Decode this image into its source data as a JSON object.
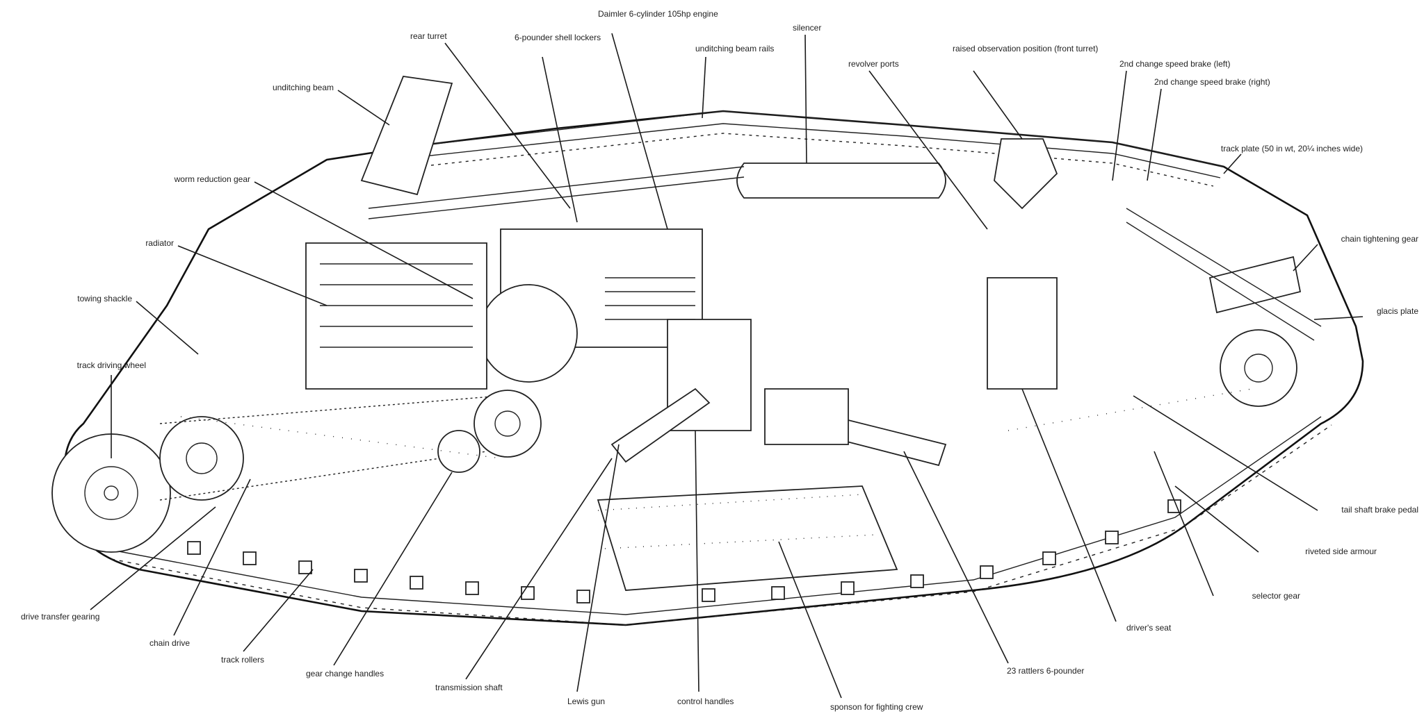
{
  "diagram": {
    "labels": [
      {
        "id": "daimler-engine",
        "text": "Daimler 6-cylinder 105hp engine"
      },
      {
        "id": "rear-turret",
        "text": "rear turret"
      },
      {
        "id": "six-pounder-rear",
        "text": "6-pounder shell lockers"
      },
      {
        "id": "unditching-beam-rails",
        "text": "unditching beam rails"
      },
      {
        "id": "silencer",
        "text": "silencer"
      },
      {
        "id": "revolver-ports",
        "text": "revolver ports"
      },
      {
        "id": "raised-observation",
        "text": "raised observation position (front turret)"
      },
      {
        "id": "second-change-left",
        "text": "2nd change speed brake (left)"
      },
      {
        "id": "second-change-right",
        "text": "2nd change speed brake (right)"
      },
      {
        "id": "unditching-beam",
        "text": "unditching beam"
      },
      {
        "id": "track-plate",
        "text": "track plate (50 in wt, 20¼ inches wide)"
      },
      {
        "id": "worm-reduction",
        "text": "worm reduction gear"
      },
      {
        "id": "chain-tightening",
        "text": "chain tightening gear"
      },
      {
        "id": "radiator",
        "text": "radiator"
      },
      {
        "id": "towing-shackle",
        "text": "towing shackle"
      },
      {
        "id": "glacis-plate",
        "text": "glacis plate"
      },
      {
        "id": "track-driving-wheel",
        "text": "track driving wheel"
      },
      {
        "id": "tail-shaft-brake",
        "text": "tail shaft brake pedal"
      },
      {
        "id": "riveted-side-armour",
        "text": "riveted side armour"
      },
      {
        "id": "selector-gear",
        "text": "selector gear"
      },
      {
        "id": "drive-transfer",
        "text": "drive transfer gearing"
      },
      {
        "id": "chain-drive",
        "text": "chain drive"
      },
      {
        "id": "drivers-seat",
        "text": "driver's seat"
      },
      {
        "id": "track-rollers",
        "text": "track rollers"
      },
      {
        "id": "gear-change-handles",
        "text": "gear change handles"
      },
      {
        "id": "twenty-three-pounder",
        "text": "23 rattlers 6-pounder"
      },
      {
        "id": "transmission-shaft",
        "text": "transmission shaft"
      },
      {
        "id": "lewis-gun",
        "text": "Lewis gun"
      },
      {
        "id": "control-handles",
        "text": "control handles"
      },
      {
        "id": "sponson",
        "text": "sponson for fighting crew"
      }
    ]
  }
}
